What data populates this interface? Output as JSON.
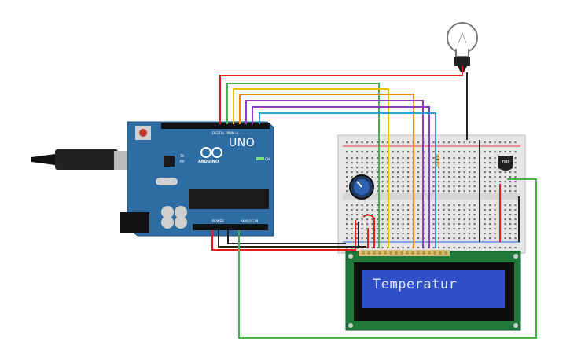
{
  "arduino": {
    "brand": "ARDUINO",
    "model": "UNO",
    "digital_label": "DIGITAL (PWM~)",
    "power_label": "POWER",
    "analog_label": "ANALOG IN",
    "tx_label": "TX",
    "rx_label": "RX",
    "on_label": "ON"
  },
  "lcd": {
    "text": "Temperatur"
  },
  "sensor": {
    "label": "TMP"
  },
  "colors": {
    "board": "#2e6da4",
    "breadboard": "#e8e8e8",
    "lcd_frame": "#1f7a3a",
    "lcd_screen": "#3050c8",
    "wire_red": "#e02020",
    "wire_green": "#4caf50",
    "wire_yellow": "#e6c200",
    "wire_orange": "#f08a00",
    "wire_purple": "#8a3fbf",
    "wire_blue": "#2aa0d8",
    "wire_black": "#222222"
  }
}
